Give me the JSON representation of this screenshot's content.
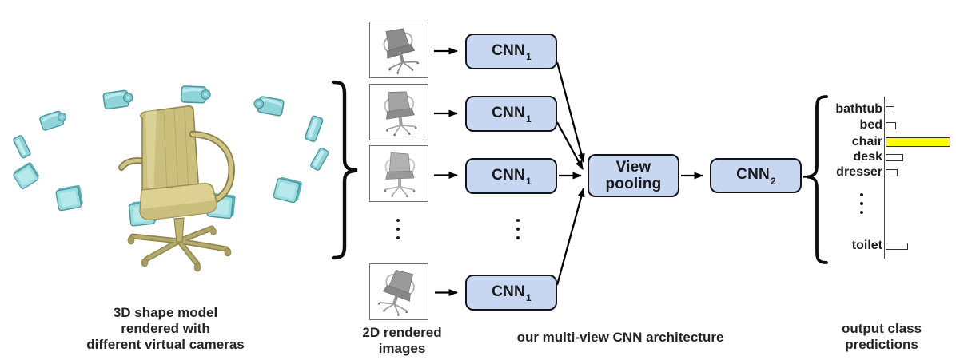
{
  "figure": {
    "left_caption_lines": [
      "3D shape model",
      "rendered with",
      "different virtual cameras"
    ],
    "images_caption_lines": [
      "2D rendered",
      "images"
    ],
    "architecture_caption": "our multi-view CNN architecture",
    "output_caption_lines": [
      "output class",
      "predictions"
    ]
  },
  "boxes": {
    "cnn1_label": "CNN",
    "cnn1_subscript": "1",
    "cnn1_count": 4,
    "view_pooling_lines": [
      "View",
      "pooling"
    ],
    "cnn2_label": "CNN",
    "cnn2_subscript": "2",
    "fill_color": "#c7d6f1",
    "border_color": "#141414"
  },
  "ellipsis": "⋮",
  "chart_data": {
    "type": "bar",
    "orientation": "horizontal",
    "title": "output class predictions",
    "categories": [
      "bathtub",
      "bed",
      "chair",
      "desk",
      "dresser",
      "toilet"
    ],
    "values": [
      0.14,
      0.16,
      1.0,
      0.27,
      0.19,
      0.35
    ],
    "value_note": "relative bar lengths; axis unlabeled",
    "highlight_category": "chair",
    "highlight_color": "#ffff00",
    "bar_fill": "#ffffff",
    "bar_border": "#2e2e2e",
    "ellipsis_between": [
      "dresser",
      "toilet"
    ],
    "legend": "none",
    "grid": false
  },
  "colors": {
    "camera_fill": "#8fd4d8",
    "camera_edge": "#4b969c",
    "chair_model": "#cfc483",
    "arrow": "#000000",
    "text": "#242021"
  }
}
